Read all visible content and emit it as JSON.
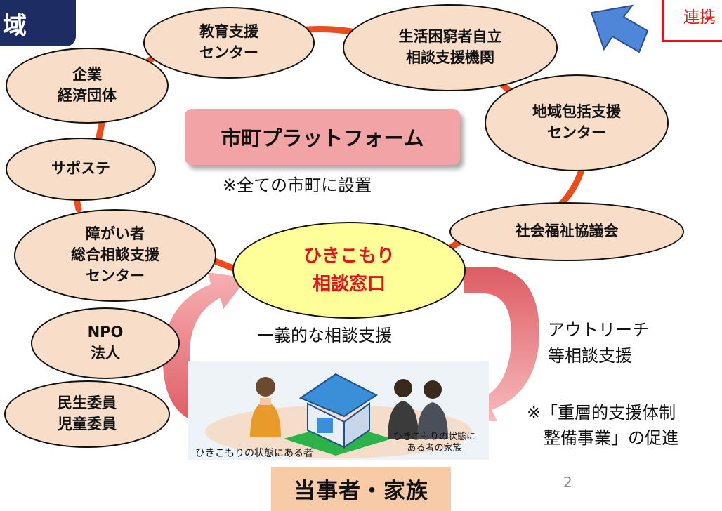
{
  "header": {
    "title_fragment": "域",
    "renkei_fragment": "連携"
  },
  "colors": {
    "header_bg": "#1d2d63",
    "ellipse_fill": "#f8ddc8",
    "connector": "#ef4a1a",
    "platform_fill": "#f2a3a6",
    "center_fill": "#ffff99",
    "center_text": "#e8101a",
    "arrow_pink": "#f28b8e",
    "arrow_blue": "#4f86d8",
    "family_label_bg": "#f8cba8"
  },
  "nodes": {
    "kyouiku": "教育支援\nセンター",
    "seikatsu": "生活困窮者自立\n相談支援機関",
    "kigyou": "企業\n経済団体",
    "chiiki": "地域包括支援\nセンター",
    "saposute": "サポステ",
    "shakai": "社会福祉協議会",
    "shougai": "障がい者\n総合相談支援\nセンター",
    "npo": "NPO\n法人",
    "minsei": "民生委員\n児童委員"
  },
  "platform": {
    "title": "市町プラットフォーム",
    "note": "※全ての市町に設置"
  },
  "center": {
    "label": "ひきこもり\n相談窓口"
  },
  "support": {
    "primary": "一義的な相談支援",
    "outreach": "アウトリーチ\n等相談支援",
    "note": "※「重層的支援体制\n　整備事業」の促進"
  },
  "illustration": {
    "person_caption": "ひきこもりの状態にある者",
    "family_caption": "ひきこもりの状態に\nある者の家族"
  },
  "family_label": "当事者・家族",
  "page_number": "2"
}
